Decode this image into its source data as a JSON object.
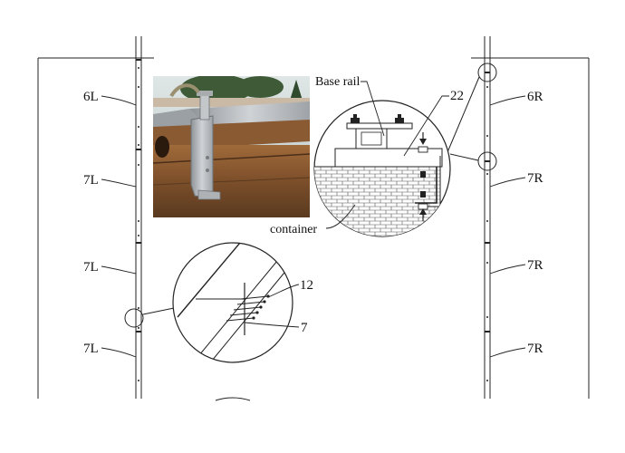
{
  "labels": {
    "left_top": "6L",
    "left_1": "7L",
    "left_2": "7L",
    "left_3": "7L",
    "right_top": "6R",
    "right_1": "7R",
    "right_2": "7R",
    "right_3": "7R",
    "base_rail": "Base rail",
    "part_22": "22",
    "container": "container",
    "part_12": "12",
    "part_7": "7"
  },
  "colors": {
    "line": "#222222",
    "brick": "#555555",
    "photo_sky": "#cfd8d6",
    "photo_rust": "#8a5a32",
    "photo_steel": "#b9bcbf"
  },
  "photo": {
    "subject": "clamp-fixing-photo"
  }
}
